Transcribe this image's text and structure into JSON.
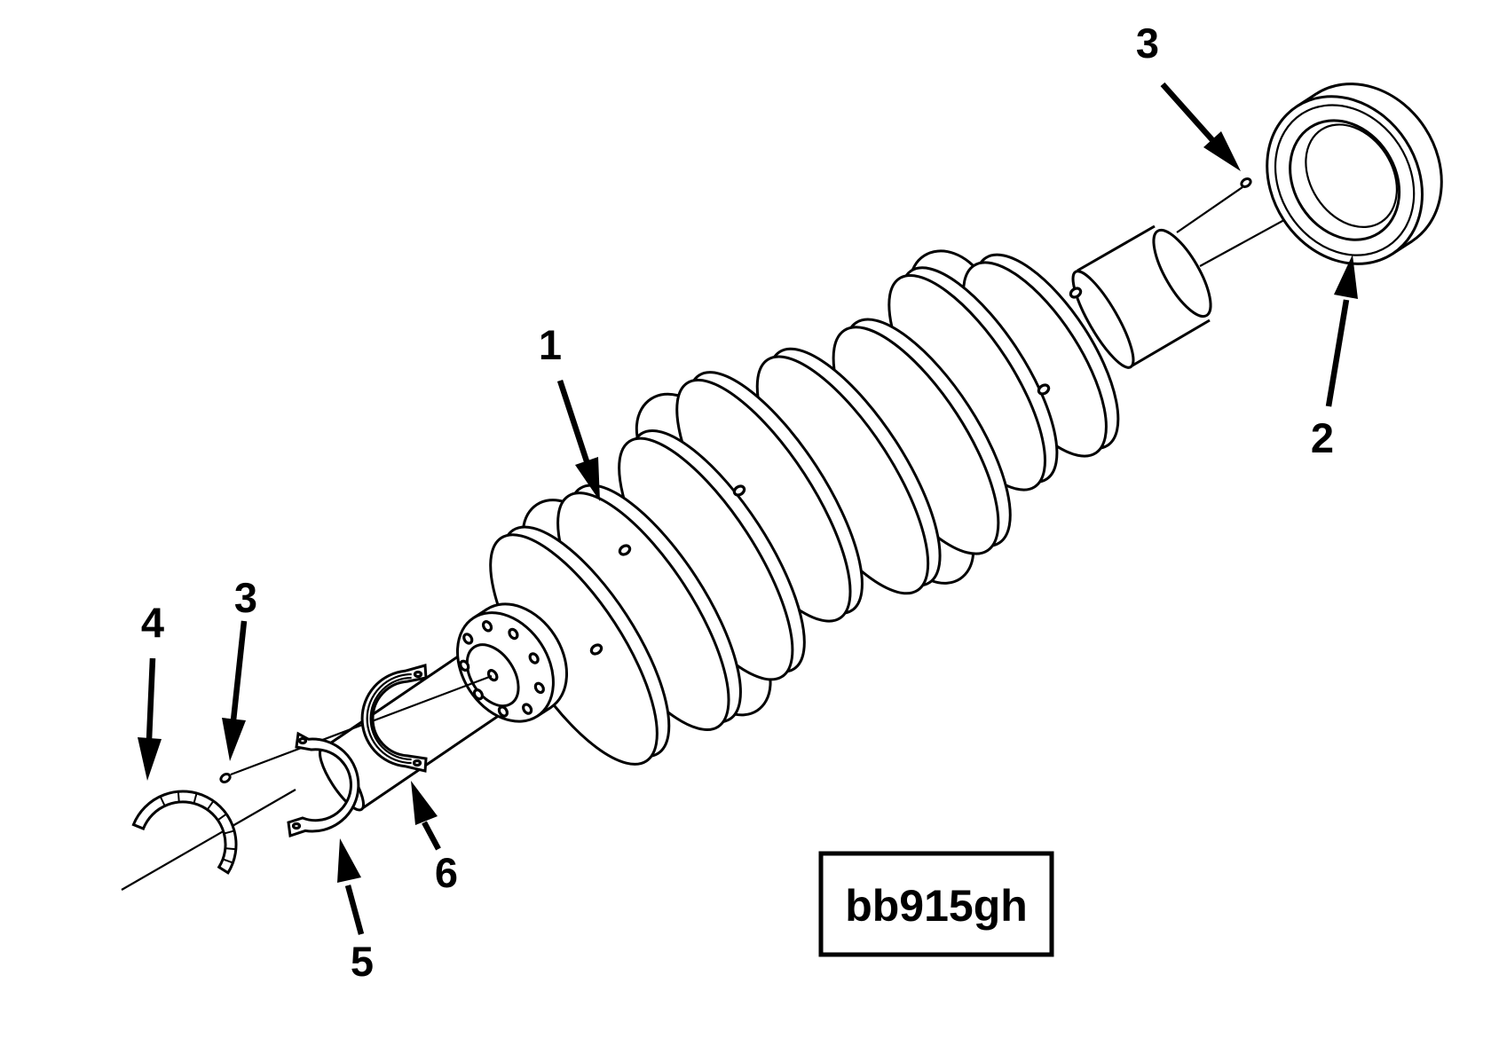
{
  "page": {
    "background_color": "#ffffff",
    "ink_color": "#000000"
  },
  "diagram": {
    "type": "exploded-parts-line-drawing",
    "figure_code": "bb915gh",
    "callouts": [
      {
        "label": "1"
      },
      {
        "label": "2"
      },
      {
        "label": "3"
      },
      {
        "label": "3"
      },
      {
        "label": "4"
      },
      {
        "label": "5"
      },
      {
        "label": "6"
      }
    ]
  }
}
